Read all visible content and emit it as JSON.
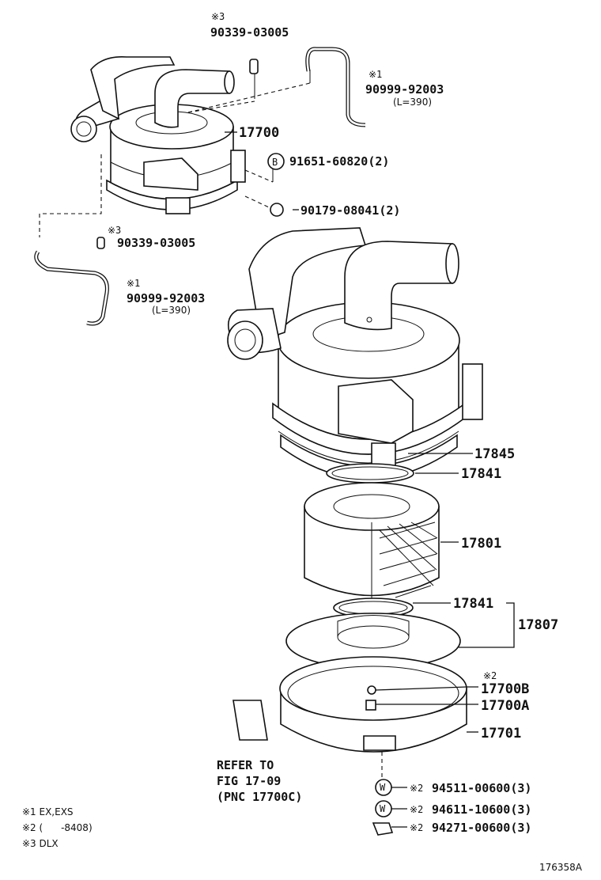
{
  "labels": {
    "note3_top": "※3",
    "pn_90339_top": "90339-03005",
    "note1_top": "※1",
    "pn_90999_top": "90999-92003",
    "len_top": "(L=390)",
    "pn_17700": "17700",
    "circle_b": "B",
    "pn_91651": "91651-60820(2)",
    "pn_90179": "90179-08041(2)",
    "note3_mid": "※3",
    "pn_90339_mid": "90339-03005",
    "note1_mid": "※1",
    "pn_90999_mid": "90999-92003",
    "len_mid": "(L=390)",
    "pn_17845": "17845",
    "pn_17841_a": "17841",
    "pn_17801": "17801",
    "pn_17841_b": "17841",
    "pn_17807": "17807",
    "note2_b": "※2",
    "pn_17700B": "17700B",
    "pn_17700A": "17700A",
    "pn_17701": "17701",
    "refer_1": "REFER TO",
    "refer_2": "FIG 17-09",
    "refer_3": "(PNC 17700C)",
    "circle_w1": "W",
    "note2_w1": "※2",
    "pn_94511": "94511-00600(3)",
    "circle_w2": "W",
    "note2_w2": "※2",
    "pn_94611": "94611-10600(3)",
    "note2_c": "※2",
    "pn_94271": "94271-00600(3)",
    "legend_1": "※1 EX,EXS",
    "legend_2": "※2 (      -8408)",
    "legend_3": "※3 DLX",
    "figure_id": "176358A"
  }
}
